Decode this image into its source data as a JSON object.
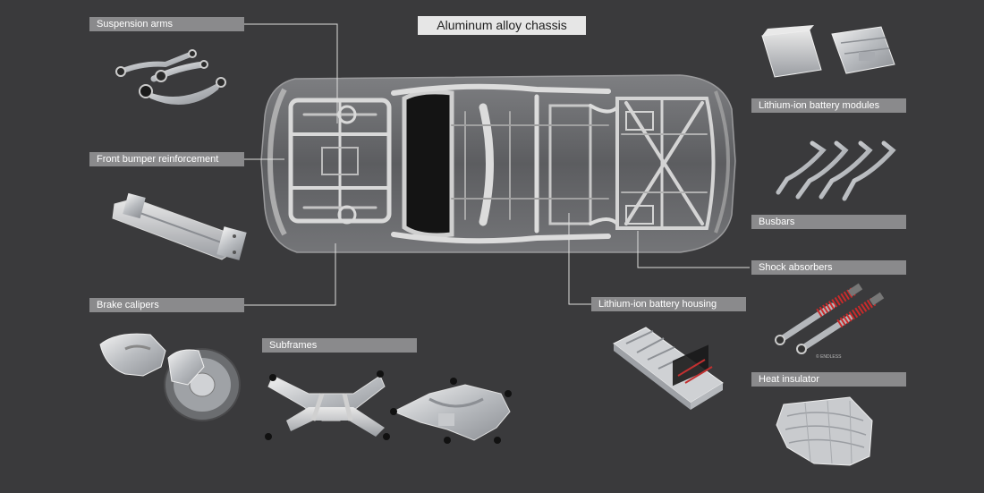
{
  "title": "Aluminum alloy chassis",
  "labels": {
    "suspension_arms": "Suspension arms",
    "front_bumper_reinforcement": "Front bumper reinforcement",
    "brake_calipers": "Brake calipers",
    "subframes": "Subframes",
    "lithium_ion_battery_modules": "Lithium-ion battery modules",
    "busbars": "Busbars",
    "shock_absorbers": "Shock absorbers",
    "lithium_ion_battery_housing": "Lithium-ion battery housing",
    "heat_insulator": "Heat insulator"
  },
  "photo_credit": "© ENDLESS",
  "colors": {
    "background": "#3a3a3c",
    "label_background": "#8a8a8c",
    "label_text": "#ffffff",
    "title_background": "#e6e6e6",
    "title_text": "#222222",
    "leader_line": "#dddddd"
  }
}
